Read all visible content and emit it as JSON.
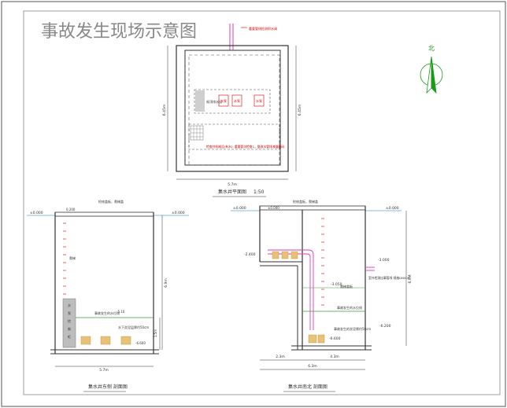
{
  "title": "事故发生现场示意图",
  "north": {
    "label": "北"
  },
  "plan": {
    "caption": "集水井平面图",
    "scale": "1:50",
    "pipe_note": "重要管线检测积水阀",
    "room_label": "吸顶排水设",
    "pump_labels": [
      "水泵",
      "水泵",
      "水泵"
    ],
    "bottom_note": "检查井机械设(有水): 重要管沟检查1，整改水管排液器编码",
    "dim_width": "5.7m",
    "dim_height_left": "6.45m",
    "dim_height_right": "6.45m"
  },
  "section_left": {
    "caption": "集水井东侧 剖面图",
    "top_note": "检修盖板，爬梯盖",
    "level_top_left": "±0.000",
    "level_top_right": "±0.000",
    "level_small": "0.200",
    "label_ladder": "爬梯",
    "level_mid": "-5.10",
    "level_bottom": "-6.600",
    "note_water": "事故发生的水位线",
    "note_mud": "水下淤泥层厚约50cm",
    "equipment_chars": [
      "水",
      "泵",
      "控",
      "制",
      "柜"
    ],
    "dim_width": "5.7m",
    "dim_height": "6.9m",
    "dim_small": "1.5m"
  },
  "section_right": {
    "caption": "集水井南北 剖面图",
    "top_note": "检修盖板，爬梯盖",
    "level_top_left": "±0.000",
    "level_top_right": "±0.000",
    "level_left_ground": "±0.000",
    "level_step": "-2.400",
    "level_mid": "-3.050",
    "level_right_pipe": "-3.000",
    "level_right_low": "-6.200",
    "level_bottom": "-6.600",
    "label_ladder": "爬梯盖板",
    "note_water": "事故发生的水位线",
    "note_mud": "事故发生的淤泥厚约50cm",
    "pipe_note": "室外检测出事管线 规格DN500",
    "dim_left": "2.3m",
    "dim_right": "4.3m",
    "dim_total": "6.3m",
    "dim_height": "6.9M"
  }
}
